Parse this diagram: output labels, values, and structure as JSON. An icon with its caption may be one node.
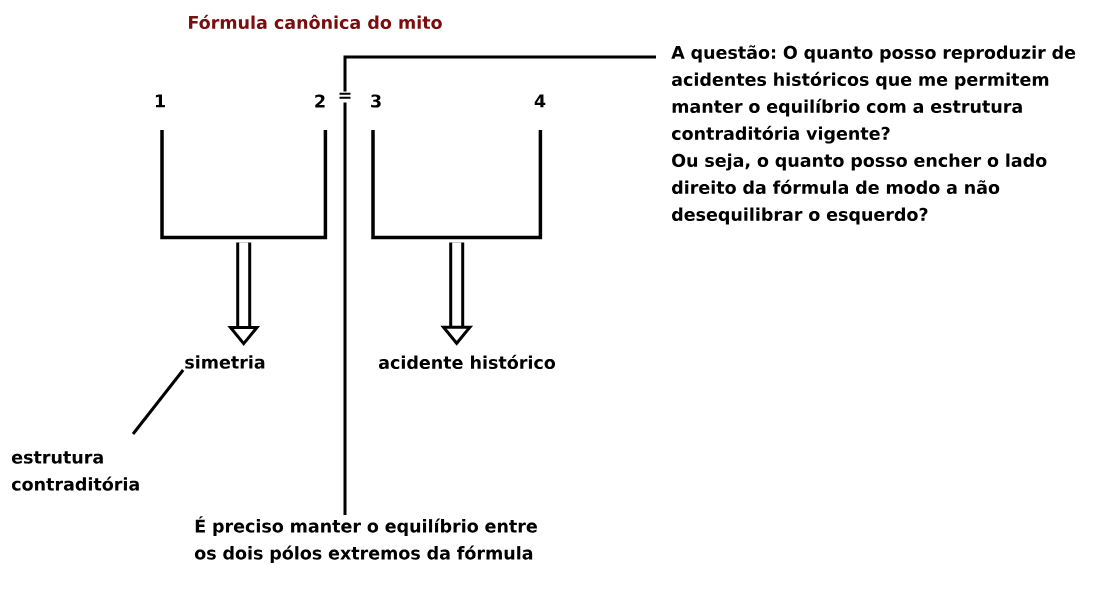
{
  "diagram": {
    "title": "Fórmula canônica do mito",
    "nodes": [
      {
        "text": [],
        "shape": "bracket"
      },
      {
        "text": [],
        "shape": "bracket"
      },
      {
        "text": [
          "simetria"
        ]
      },
      {
        "text": [
          "acidente histórico"
        ]
      },
      {
        "text": [
          "estrutura contraditória"
        ]
      },
      {
        "text": [
          "="
        ]
      },
      {
        "text": [
          "A questão: O quanto posso reproduzir de acidentes históricos que me permitem manter o equilíbrio com a estrutura contraditória vigente?",
          "Ou seja, o quanto posso encher o lado direito da fórmula de modo a não desequilibrar o esquerdo?"
        ]
      },
      {
        "text": [
          "É preciso manter o equilíbrio entre os dois pólos extremos da fórmula"
        ]
      }
    ],
    "edges": [
      {
        "from": 0,
        "to": 2,
        "arrow": "to",
        "style": "thick"
      },
      {
        "from": 1,
        "to": 3,
        "arrow": "to",
        "style": "thick"
      },
      {
        "from": 4,
        "to": 2,
        "arrow": "none"
      },
      {
        "from": 7,
        "to": 5,
        "arrow": "none"
      },
      {
        "from": 5,
        "to": 6,
        "arrow": "none"
      }
    ],
    "labels": [
      "1",
      "2",
      "3",
      "4"
    ]
  }
}
